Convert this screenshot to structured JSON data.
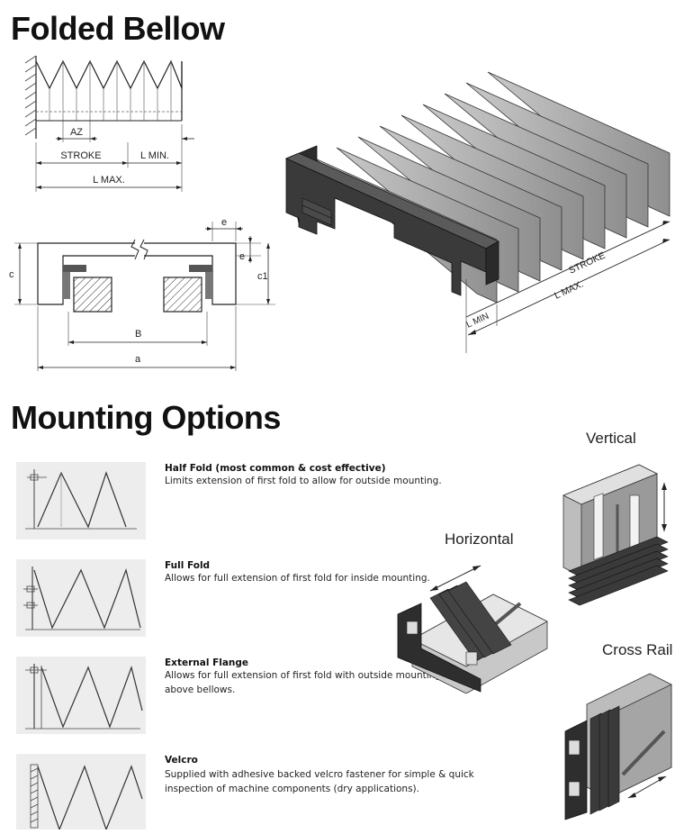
{
  "titles": {
    "folded_bellow": "Folded Bellow",
    "mounting_options": "Mounting Options"
  },
  "top_diagram": {
    "az": "AZ",
    "stroke": "STROKE",
    "lmin": "L MIN.",
    "lmax": "L MAX."
  },
  "section_diagram": {
    "c": "c",
    "e_top": "e",
    "e_side": "e",
    "c1": "c1",
    "B": "B",
    "a": "a"
  },
  "iso_diagram": {
    "stroke": "STROKE",
    "lmax": "L MAX.",
    "lmin": "L MIN"
  },
  "options": [
    {
      "title": "Half Fold (most common & cost effective)",
      "desc": "Limits extension of first fold to allow for outside mounting."
    },
    {
      "title": "Full Fold",
      "desc": "Allows for full extension of first fold for inside mounting."
    },
    {
      "title": "External Flange",
      "desc": "Allows for full extension of first fold with outside mounting above bellows."
    },
    {
      "title": "Velcro",
      "desc": "Supplied with adhesive backed velcro fastener for simple & quick inspection of machine components (dry applications)."
    }
  ],
  "views": {
    "vertical": "Vertical",
    "horizontal": "Horizontal",
    "cross_rail": "Cross Rail"
  }
}
